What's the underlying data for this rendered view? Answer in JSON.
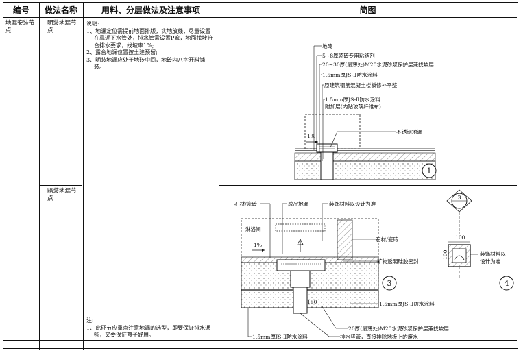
{
  "header": {
    "col_code": "编号",
    "col_name": "做法名称",
    "col_materials": "用料、分层做法及注意事项",
    "col_diagram": "简图"
  },
  "row": {
    "code": "地漏安装节点",
    "item1_name": "明装地漏节点",
    "item2_name": "暗装地漏节点",
    "notes_title": "说明:",
    "notes": [
      "1、地漏定位需提前地面排版，实地放线，尽量设置在靠近下水管处，排水管需设置P弯，地面找坡符合排水要求，找坡率1%;",
      "2、露台地漏位置按土建预留;",
      "3、明装地漏应处于地砖中间，地砖内八字开料铺装。"
    ],
    "footnote_title": "注:",
    "footnote": "1、此环节应重点注意地漏的选型，即要保证排水通畅，又要保证篦子好用。"
  },
  "diagram1": {
    "labels": [
      "地砖",
      "5~8厚瓷砖专用粘结剂",
      "20~30厚(最薄处)M20水泥砂浆保护层兼找坡层",
      "1.5mm厚JS-Ⅱ防水涂料",
      "原建筑钢筋混凝土楼板修补平整",
      "1.5mm厚JS-Ⅱ防水涂料",
      "附加层(内贴玻璃纤维布)",
      "不锈钢地漏"
    ],
    "slope_text": "1%",
    "number": "1"
  },
  "diagram3": {
    "label_stone": "石材/瓷砖",
    "label_drain": "成品地漏",
    "label_finish": "装饰材料以设计为准",
    "label_room": "淋浴间",
    "label_stone2": "石材/瓷砖",
    "label_sealant": "矿物透明硅胶密封",
    "label_wp": "1.5mm厚JS-Ⅱ防水涂料",
    "label_mortar": "20厚(最薄处)M20水泥砂浆保护层兼找坡层",
    "label_wp2": "1.5mm厚JS-Ⅱ防水涂料",
    "label_pipe": "排水竖管，直接排除地板上的废水",
    "dim_150": "150",
    "slope_text": "1%",
    "number": "3"
  },
  "diagram4": {
    "ref_top": "3",
    "dim_100a": "100",
    "dim_100b": "100",
    "label_finish1": "装饰材料以",
    "label_finish2": "设计为准",
    "number": "4"
  }
}
